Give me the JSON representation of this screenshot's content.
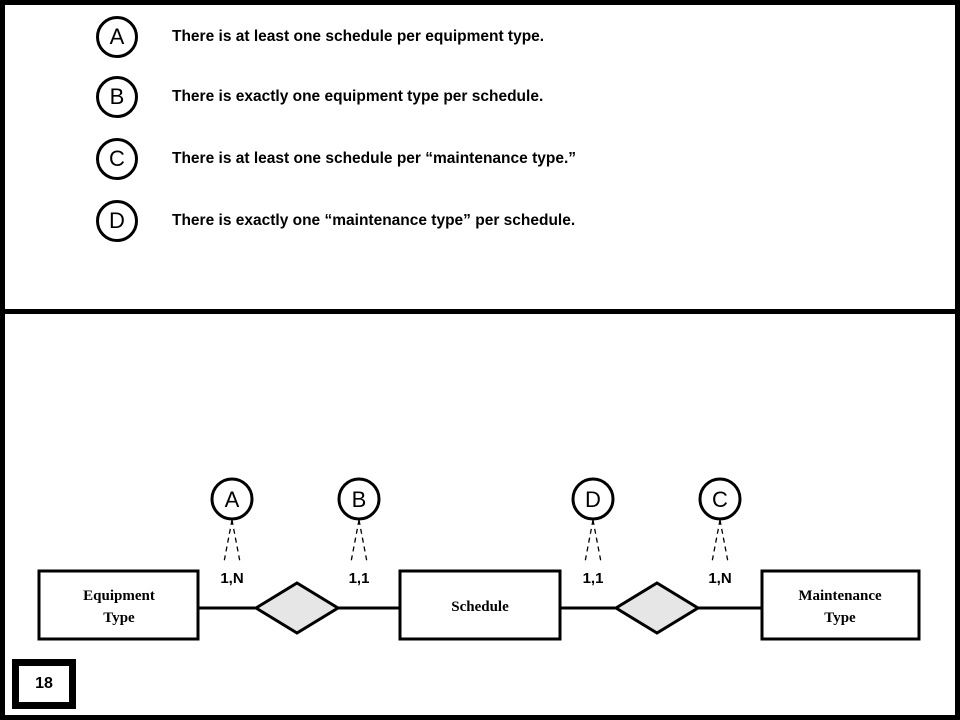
{
  "statements": [
    {
      "letter": "A",
      "text": "There is at least one schedule per equipment type."
    },
    {
      "letter": "B",
      "text": "There is exactly one equipment type per schedule."
    },
    {
      "letter": "C",
      "text": "There is at least one schedule per “maintenance type.”"
    },
    {
      "letter": "D",
      "text": "There is exactly one “maintenance type” per schedule."
    }
  ],
  "diagram": {
    "entities": {
      "equipment": {
        "line1": "Equipment",
        "line2": "Type"
      },
      "schedule": {
        "line1": "Schedule"
      },
      "maintenance": {
        "line1": "Maintenance",
        "line2": "Type"
      }
    },
    "cardinalities": [
      "1,N",
      "1,1",
      "1,1",
      "1,N"
    ],
    "callouts": [
      "A",
      "B",
      "D",
      "C"
    ],
    "relationship_fill": "#e6e6e6"
  },
  "page_number": "18"
}
